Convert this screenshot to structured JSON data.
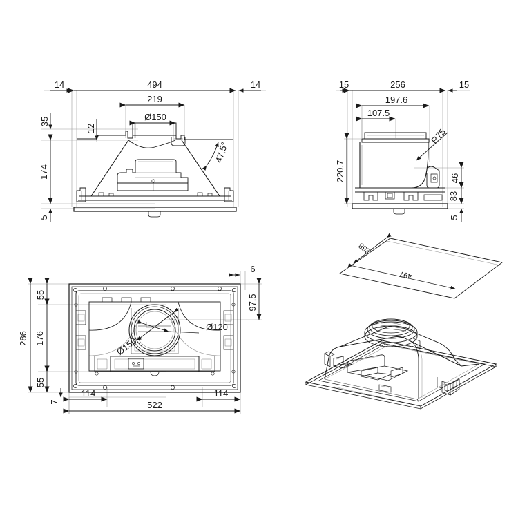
{
  "document": {
    "type": "technical-drawing",
    "subject": "built-in cooker hood",
    "units": "mm",
    "background_color": "#ffffff",
    "line_color": "#1a1a1a",
    "thin_line_color": "#9a9a9a"
  },
  "views": {
    "front_elevation": {
      "name": "front elevation",
      "dimensions": {
        "left_margin": "14",
        "overall_width": "494",
        "right_margin": "14",
        "duct_collar_width": "219",
        "duct_diameter": "Ø150",
        "collar_height": "12",
        "top_offset": "35",
        "body_height": "174",
        "flange_thickness": "5",
        "slope_angle": "47,5°"
      }
    },
    "side_elevation": {
      "name": "side elevation",
      "dimensions": {
        "left_margin": "15",
        "overall_depth": "256",
        "right_margin": "15",
        "inner_depth": "197.6",
        "front_offset": "107.5",
        "overall_height": "220.7",
        "radius": "R75",
        "motor_box_height": "46",
        "lower_body_height": "83",
        "flange_thickness": "5"
      }
    },
    "plan_view": {
      "name": "plan / bottom view",
      "dimensions": {
        "overall_depth": "286",
        "top_inset": "55",
        "inner_depth": "176",
        "bottom_inset": "55",
        "bottom_edge": "7",
        "frame_width": "6",
        "right_inset": "97.5",
        "left_offset": "114",
        "right_offset": "114",
        "overall_width": "522",
        "outlet_diameter": "Ø150",
        "inner_diameter": "Ø120"
      }
    },
    "panel_isometric": {
      "name": "panel isometric",
      "dimensions": {
        "depth": "258",
        "width": "497"
      }
    },
    "perspective": {
      "name": "product perspective view",
      "dimensions": {}
    }
  }
}
